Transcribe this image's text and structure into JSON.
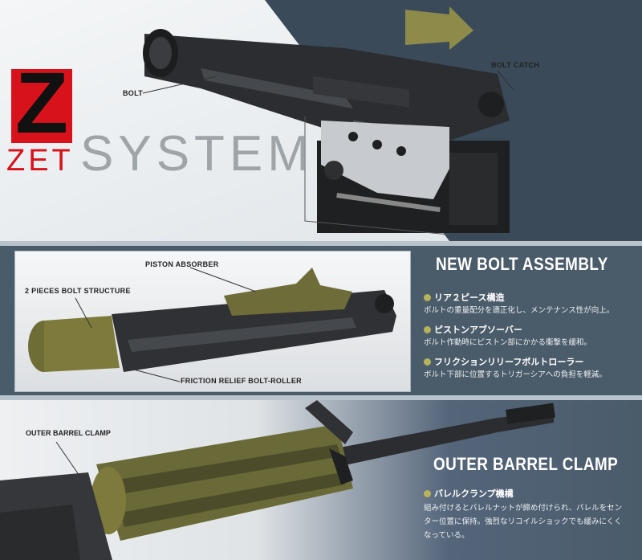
{
  "logo": {
    "letter": "Z",
    "brand": "ZET",
    "word": "SYSTEM"
  },
  "top_callouts": {
    "bolt": "BOLT",
    "bolt_catch": "BOLT CATCH",
    "z_system": "Z-SYSTEM"
  },
  "bolt_section": {
    "callouts": {
      "piston_absorber": "PISTON ABSORBER",
      "two_pieces": "2 PIECES BOLT STRUCTURE",
      "friction": "FRICTION RELIEF BOLT-ROLLER"
    },
    "heading": "NEW BOLT ASSEMBLY",
    "items": [
      {
        "title": "リア２ピース構造",
        "desc": "ボルトの重量配分を適正化し、メンテナンス性が向上。"
      },
      {
        "title": "ピストンアブソーバー",
        "desc": "ボルト作動時にピストン部にかかる衝撃を緩和。"
      },
      {
        "title": "フリクションリリーフボルトローラー",
        "desc": "ボルト下部に位置するトリガーシアへの負担を軽減。"
      }
    ]
  },
  "barrel_section": {
    "callout": "OUTER BARREL CLAMP",
    "heading": "OUTER BARREL CLAMP",
    "item_title": "バレルクランプ機構",
    "desc_lines": [
      "組み付けるとバレルナットが締め付けられ、バレルをセン",
      "ター位置に保持。強烈なリコイルショックでも緩みにくく",
      "なっている。"
    ]
  },
  "colors": {
    "red": "#d8121a",
    "olive": "#7d7a3c",
    "panel": "#4a5b6a",
    "arrow": "#8d8a4a"
  }
}
